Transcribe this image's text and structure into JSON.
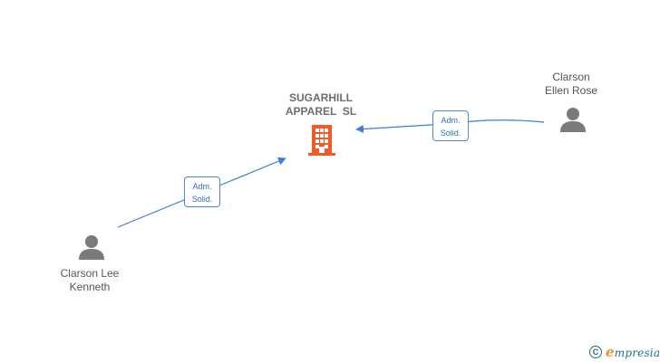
{
  "colors": {
    "company_icon": "#f05a28",
    "person_icon": "#7a7a7a",
    "edge": "#3a7fd5",
    "brand": "#1d6f82",
    "brand_accent": "#e8912c"
  },
  "company": {
    "name_line1": "SUGARHILL",
    "name_line2": "APPAREL  SL",
    "icon": "building-icon"
  },
  "persons": [
    {
      "id": "clarson-ellen-rose",
      "line1": "Clarson",
      "line2": "Ellen Rose",
      "icon": "person-icon"
    },
    {
      "id": "clarson-lee-kenneth",
      "line1": "Clarson Lee",
      "line2": "Kenneth",
      "icon": "person-icon"
    }
  ],
  "edges": [
    {
      "from": "clarson-ellen-rose",
      "to": "company",
      "role_line1": "Adm.",
      "role_line2": "Solid."
    },
    {
      "from": "clarson-lee-kenneth",
      "to": "company",
      "role_line1": "Adm.",
      "role_line2": "Solid."
    }
  ],
  "footer": {
    "copyright_symbol": "C",
    "brand_first_letter": "e",
    "brand_rest": "mpresia"
  }
}
